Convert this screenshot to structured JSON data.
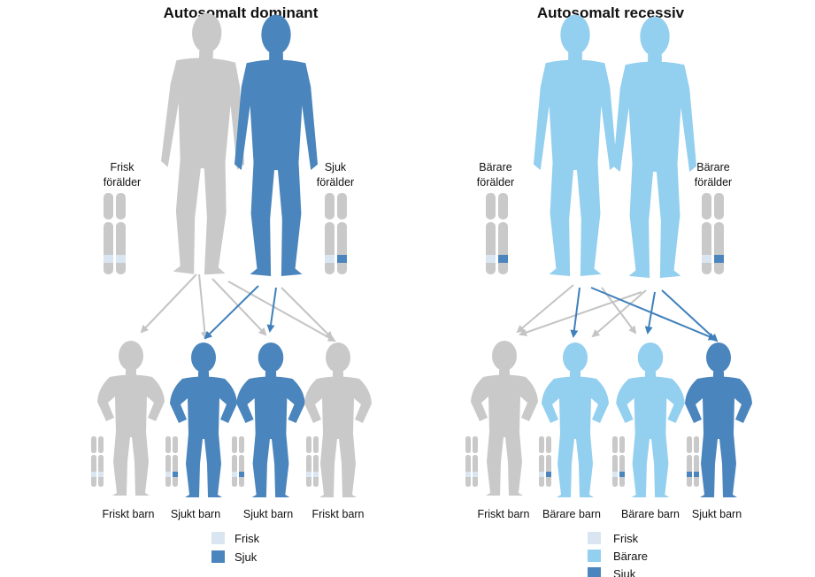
{
  "colors": {
    "healthy": "#c9c9c9",
    "sick": "#4a85bd",
    "carrier": "#93cfef",
    "healthy_band": "#d9e6f2",
    "chromosome": "#c9c9c9",
    "arrow_gray": "#c4c4c4",
    "arrow_blue": "#3f80bb"
  },
  "dominant": {
    "title": "Autosomalt dominant",
    "parent_left": {
      "line1": "Frisk",
      "line2": "förälder",
      "status": "healthy",
      "bands": [
        "healthy",
        "healthy"
      ]
    },
    "parent_right": {
      "line1": "Sjuk",
      "line2": "förälder",
      "status": "sick",
      "bands": [
        "healthy",
        "sick"
      ]
    },
    "children": [
      {
        "label": "Friskt barn",
        "status": "healthy",
        "bands": [
          "healthy",
          "healthy"
        ]
      },
      {
        "label": "Sjukt barn",
        "status": "sick",
        "bands": [
          "healthy",
          "sick"
        ]
      },
      {
        "label": "Sjukt barn",
        "status": "sick",
        "bands": [
          "healthy",
          "sick"
        ]
      },
      {
        "label": "Friskt barn",
        "status": "healthy",
        "bands": [
          "healthy",
          "healthy"
        ]
      }
    ],
    "legend": [
      {
        "label": "Frisk",
        "status": "healthy"
      },
      {
        "label": "Sjuk",
        "status": "sick"
      }
    ]
  },
  "recessive": {
    "title": "Autosomalt recessiv",
    "parent_left": {
      "line1": "Bärare",
      "line2": "förälder",
      "status": "carrier",
      "bands": [
        "healthy",
        "sick"
      ]
    },
    "parent_right": {
      "line1": "Bärare",
      "line2": "förälder",
      "status": "carrier",
      "bands": [
        "healthy",
        "sick"
      ]
    },
    "children": [
      {
        "label": "Friskt barn",
        "status": "healthy",
        "bands": [
          "healthy",
          "healthy"
        ]
      },
      {
        "label": "Bärare barn",
        "status": "carrier",
        "bands": [
          "healthy",
          "sick"
        ]
      },
      {
        "label": "Bärare barn",
        "status": "carrier",
        "bands": [
          "healthy",
          "sick"
        ]
      },
      {
        "label": "Sjukt barn",
        "status": "sick",
        "bands": [
          "sick",
          "sick"
        ]
      }
    ],
    "legend": [
      {
        "label": "Frisk",
        "status": "healthy"
      },
      {
        "label": "Bärare",
        "status": "carrier"
      },
      {
        "label": "Sjuk",
        "status": "sick"
      }
    ]
  }
}
